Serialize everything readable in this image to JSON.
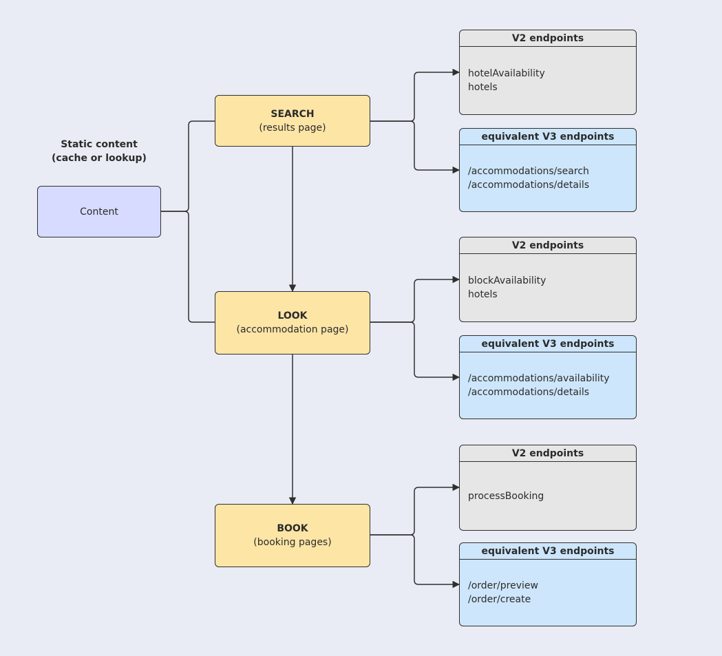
{
  "static_label": {
    "line1": "Static content",
    "line2": "(cache or lookup)"
  },
  "content_node": {
    "label": "Content"
  },
  "stages": {
    "search": {
      "title": "SEARCH",
      "subtitle": "(results page)"
    },
    "look": {
      "title": "LOOK",
      "subtitle": "(accommodation page)"
    },
    "book": {
      "title": "BOOK",
      "subtitle": "(booking pages)"
    }
  },
  "endpoints": {
    "search_v2": {
      "header": "V2 endpoints",
      "items": [
        "hotelAvailability",
        "hotels"
      ]
    },
    "search_v3": {
      "header": "equivalent V3 endpoints",
      "items": [
        "/accommodations/search",
        "/accommodations/details"
      ]
    },
    "look_v2": {
      "header": "V2 endpoints",
      "items": [
        "blockAvailability",
        "hotels"
      ]
    },
    "look_v3": {
      "header": "equivalent V3 endpoints",
      "items": [
        "/accommodations/availability",
        "/accommodations/details"
      ]
    },
    "book_v2": {
      "header": "V2 endpoints",
      "items": [
        "processBooking"
      ]
    },
    "book_v3": {
      "header": "equivalent V3 endpoints",
      "items": [
        "/order/preview",
        "/order/create"
      ]
    }
  },
  "colors": {
    "background": "#e9ecf4",
    "stage_fill": "#fde5a6",
    "content_fill": "#d7dbff",
    "v2_fill": "#e6e6e6",
    "v3_fill": "#cde6fb",
    "stroke": "#2f2f2f"
  }
}
